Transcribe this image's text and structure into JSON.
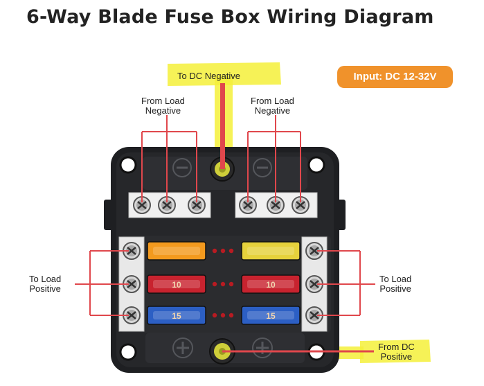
{
  "title": "6-Way Blade Fuse Box Wiring Diagram",
  "badge": {
    "text": "Input: DC 12-32V",
    "color": "#f0922b"
  },
  "labels": {
    "to_dc_negative": "To DC Negative",
    "from_load_negative_left": [
      "From Load",
      "Negative"
    ],
    "from_load_negative_right": [
      "From Load",
      "Negative"
    ],
    "to_load_positive_left": [
      "To Load",
      "Positive"
    ],
    "to_load_positive_right": [
      "To Load",
      "Positive"
    ],
    "from_dc_positive": [
      "From DC",
      "Positive"
    ]
  },
  "fuses": [
    {
      "side": "left",
      "color": "#f39a1e",
      "rating": ""
    },
    {
      "side": "left",
      "color": "#c8232f",
      "rating": "10"
    },
    {
      "side": "left",
      "color": "#2c5fc4",
      "rating": "15"
    },
    {
      "side": "right",
      "color": "#e6d23c",
      "rating": ""
    },
    {
      "side": "right",
      "color": "#c8232f",
      "rating": "10"
    },
    {
      "side": "right",
      "color": "#2c5fc4",
      "rating": "15"
    }
  ],
  "colors": {
    "wire": "#e0474c",
    "highlight": "#f5f03a",
    "neg_wire": "#e0474c",
    "body": "#1e1f22",
    "panel": "#2b2c2f"
  },
  "icons": [
    "negative-terminal-icon",
    "positive-terminal-icon",
    "screw-terminal-icon",
    "mounting-hole-icon",
    "led-indicator-icon"
  ]
}
